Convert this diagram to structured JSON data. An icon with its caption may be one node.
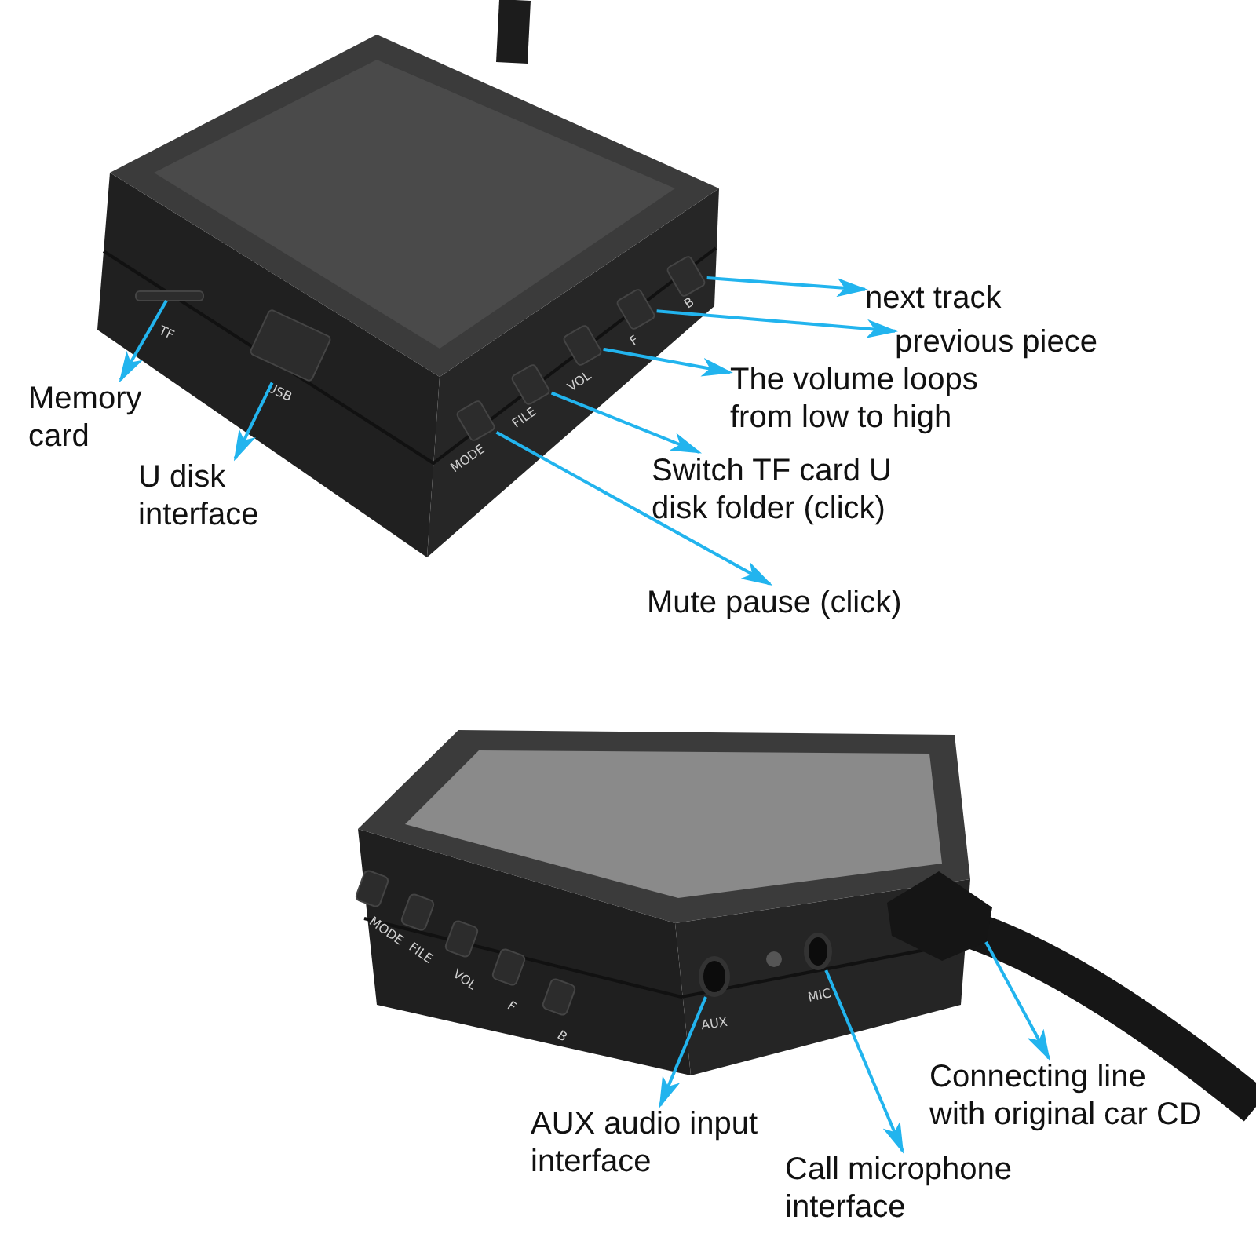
{
  "diagram": {
    "nodes": [
      {
        "text": [
          "next track"
        ]
      },
      {
        "text": [
          "previous piece"
        ]
      },
      {
        "text": [
          "The volume loops from low to high"
        ]
      },
      {
        "text": [
          "Memory card"
        ]
      },
      {
        "text": [
          "U disk interface"
        ]
      },
      {
        "text": [
          "Switch TF card U disk folder (click)"
        ]
      },
      {
        "text": [
          "Mute pause (click)"
        ]
      },
      {
        "text": [
          "AUX audio input interface"
        ]
      },
      {
        "text": [
          "Call microphone interface"
        ]
      },
      {
        "text": [
          "Connecting line with original car CD"
        ]
      },
      {
        "text": [],
        "shape": "box"
      },
      {
        "text": [],
        "shape": "box"
      },
      {
        "text": [],
        "shape": "box"
      },
      {
        "text": [],
        "shape": "box"
      },
      {
        "text": [],
        "shape": "box"
      },
      {
        "text": [],
        "shape": "box"
      },
      {
        "text": [],
        "shape": "box"
      },
      {
        "text": [],
        "shape": "circle"
      },
      {
        "text": [],
        "shape": "circle"
      }
    ],
    "edges": [
      {
        "from": 10,
        "to": 0,
        "arrow": "to"
      },
      {
        "from": 11,
        "to": 1,
        "arrow": "to"
      },
      {
        "from": 12,
        "to": 2,
        "arrow": "to"
      },
      {
        "from": 13,
        "to": 3,
        "arrow": "to"
      },
      {
        "from": 14,
        "to": 4,
        "arrow": "to"
      },
      {
        "from": 15,
        "to": 5,
        "arrow": "to"
      },
      {
        "from": 16,
        "to": 6,
        "arrow": "to"
      },
      {
        "from": 17,
        "to": 7,
        "arrow": "to"
      },
      {
        "from": 18,
        "to": 8,
        "arrow": "to"
      },
      {
        "from": null,
        "to": 9,
        "arrow": "to"
      }
    ],
    "labels": [
      "TF",
      "USB",
      "MODE",
      "FILE",
      "VOL",
      "F",
      "B",
      "MODE",
      "FILE",
      "VOL",
      "F",
      "B",
      "AUX",
      "MIC"
    ]
  }
}
